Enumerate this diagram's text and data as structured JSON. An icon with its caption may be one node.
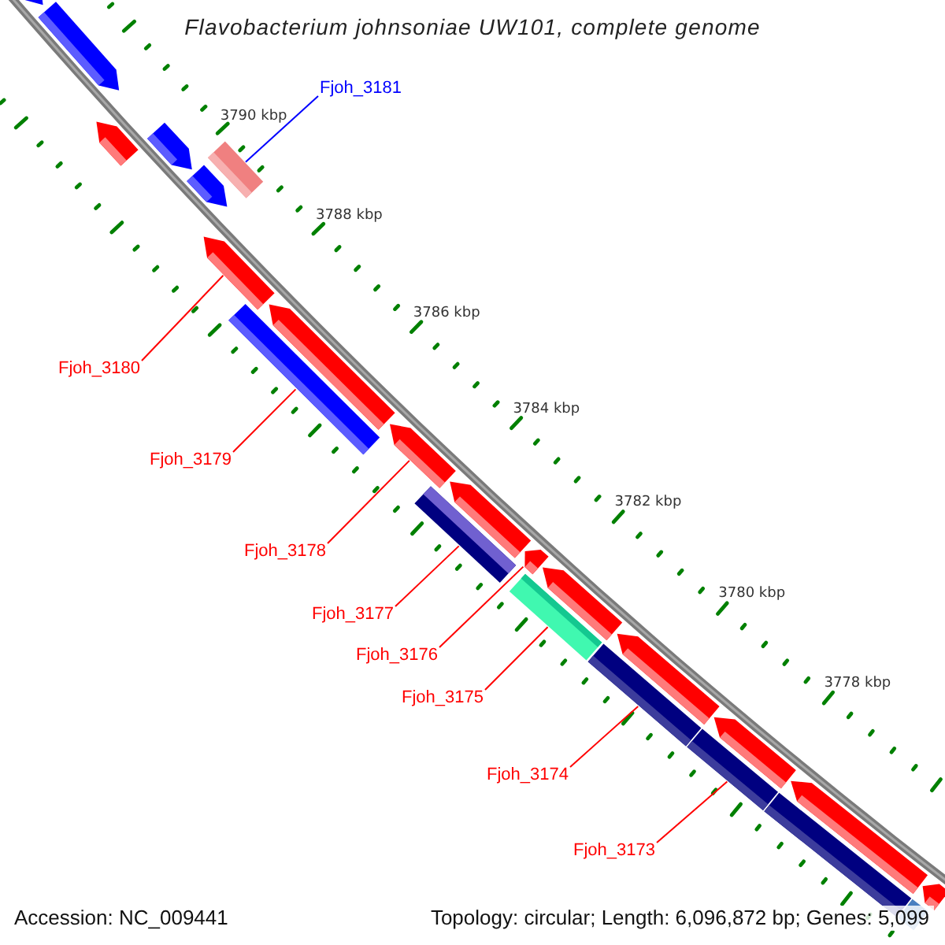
{
  "diagram": {
    "title": "Flavobacterium johnsoniae UW101, complete genome",
    "nodes": [
      {
        "text": [
          "Fjoh_3181"
        ]
      },
      {
        "text": [
          "Fjoh_3180"
        ]
      },
      {
        "text": [
          "Fjoh_3179"
        ]
      },
      {
        "text": [
          "Fjoh_3178"
        ]
      },
      {
        "text": [
          "Fjoh_3177"
        ]
      },
      {
        "text": [
          "Fjoh_3176"
        ]
      },
      {
        "text": [
          "Fjoh_3175"
        ]
      },
      {
        "text": [
          "Fjoh_3174"
        ]
      },
      {
        "text": [
          "Fjoh_3173"
        ]
      },
      {
        "text": [],
        "shape": "arrow"
      },
      {
        "text": [],
        "shape": "arrow"
      },
      {
        "text": [],
        "shape": "arrow"
      },
      {
        "text": [],
        "shape": "arrow"
      },
      {
        "text": [],
        "shape": "bar"
      },
      {
        "text": [],
        "shape": "arrow"
      },
      {
        "text": [],
        "shape": "arrow"
      },
      {
        "text": [],
        "shape": "arrow"
      },
      {
        "text": [],
        "shape": "bar"
      },
      {
        "text": [],
        "shape": "arrow"
      },
      {
        "text": [],
        "shape": "arrow"
      },
      {
        "text": [],
        "shape": "bar"
      },
      {
        "text": [],
        "shape": "arrow"
      },
      {
        "text": [],
        "shape": "bar"
      },
      {
        "text": [],
        "shape": "arrow"
      },
      {
        "text": [],
        "shape": "bar"
      },
      {
        "text": [],
        "shape": "arrow"
      },
      {
        "text": [],
        "shape": "bar"
      },
      {
        "text": [],
        "shape": "arrow"
      },
      {
        "text": [],
        "shape": "bar"
      },
      {
        "text": [],
        "shape": "arrow"
      },
      {
        "text": [],
        "shape": "arrow"
      },
      {
        "text": [],
        "shape": "bar"
      }
    ],
    "edges": [
      {
        "from": 0,
        "to": 13,
        "arrow": "none",
        "color": "#0000ff"
      },
      {
        "from": 1,
        "to": 15,
        "arrow": "none"
      },
      {
        "from": 2,
        "to": 17,
        "arrow": "none"
      },
      {
        "from": 3,
        "to": 18,
        "arrow": "none"
      },
      {
        "from": 4,
        "to": 20,
        "arrow": "none"
      },
      {
        "from": 5,
        "to": 21,
        "arrow": "none"
      },
      {
        "from": 6,
        "to": 22,
        "arrow": "none"
      },
      {
        "from": 7,
        "to": 24,
        "arrow": "none"
      },
      {
        "from": 8,
        "to": 26,
        "arrow": "none"
      }
    ],
    "labels": [
      "3790 kbp",
      "3788 kbp",
      "3786 kbp",
      "3784 kbp",
      "3782 kbp",
      "3780 kbp",
      "3778 kbp",
      "Accession: NC_009441",
      "Topology: circular; Length: 6,096,872 bp; Genes: 5,099"
    ]
  }
}
